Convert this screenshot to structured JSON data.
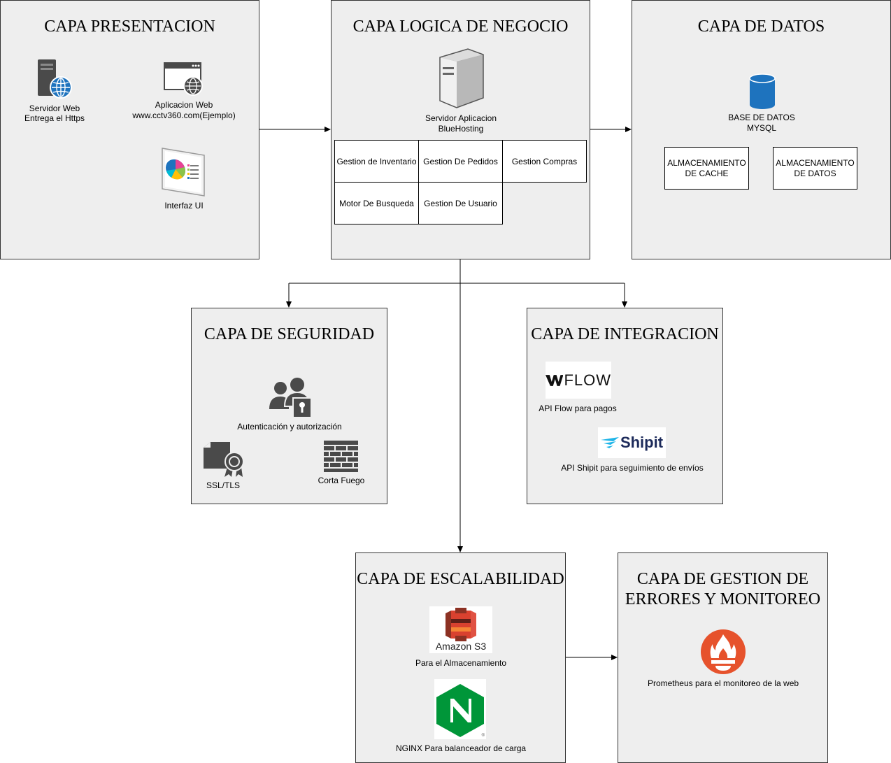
{
  "presentacion": {
    "title": "CAPA PRESENTACION",
    "server_label_1": "Servidor Web",
    "server_label_2": "Entrega el Https",
    "app_label_1": "Aplicacion Web",
    "app_label_2": "www.cctv360.com(Ejemplo)",
    "ui_label": "Interfaz UI"
  },
  "logica": {
    "title": "CAPA LOGICA DE NEGOCIO",
    "server_label_1": "Servidor Aplicacion",
    "server_label_2": "BlueHosting",
    "modules": [
      "Gestion de Inventario",
      "Gestion De Pedidos",
      "Gestion Compras",
      "Motor De Busqueda",
      "Gestion De Usuario"
    ]
  },
  "datos": {
    "title": "CAPA DE DATOS",
    "db_label_1": "BASE DE DATOS",
    "db_label_2": "MYSQL",
    "cache_1": "ALMACENAMIENTO",
    "cache_2": "DE CACHE",
    "store_1": "ALMACENAMIENTO",
    "store_2": "DE DATOS"
  },
  "seguridad": {
    "title": "CAPA DE SEGURIDAD",
    "auth_label": "Autenticación y autorización",
    "ssl_label": "SSL/TLS",
    "firewall_label": "Corta Fuego"
  },
  "integracion": {
    "title": "CAPA DE INTEGRACION",
    "flow_logo": "FLOW",
    "flow_label": "API Flow para pagos",
    "shipit_logo": "Shipit",
    "shipit_label": "API Shipit para seguimiento de envíos"
  },
  "escalabilidad": {
    "title": "CAPA DE ESCALABILIDAD",
    "s3_logo": "Amazon S3",
    "s3_label": "Para el Almacenamiento",
    "nginx_label": "NGINX Para balanceador de carga"
  },
  "monitoreo": {
    "title_1": "CAPA DE GESTION DE",
    "title_2": "ERRORES Y MONITOREO",
    "prom_label": "Prometheus para el monitoreo de la web"
  },
  "colors": {
    "box_fill": "#eeeeee",
    "db_blue": "#1e73be",
    "s3_red": "#d9412f",
    "nginx_green": "#009639",
    "prometheus_orange": "#e6522c",
    "shipit_navy": "#1c2a5a",
    "shipit_cyan": "#1fb5e8"
  }
}
